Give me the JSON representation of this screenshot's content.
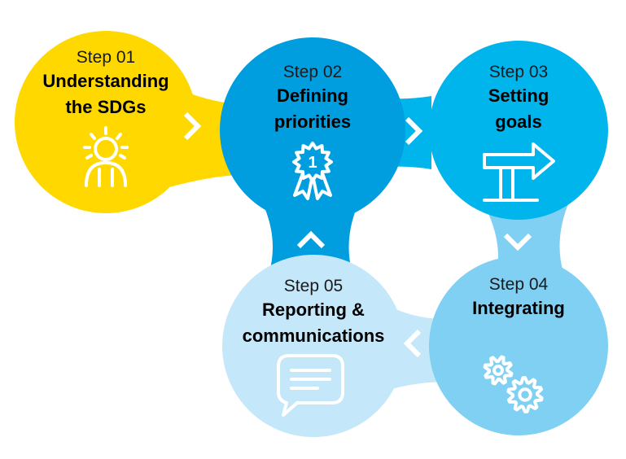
{
  "steps": [
    {
      "number": "Step 01",
      "title": "Understanding\nthe SDGs",
      "color": "#FFD800",
      "icon": "lightbulb-person-icon"
    },
    {
      "number": "Step 02",
      "title": "Defining\npriorities",
      "color": "#009EDF",
      "icon": "award-ribbon-icon"
    },
    {
      "number": "Step 03",
      "title": "Setting\ngoals",
      "color": "#00B4EC",
      "icon": "signpost-arrow-icon"
    },
    {
      "number": "Step 04",
      "title": "Integrating",
      "color": "#7FD0F2",
      "icon": "gears-icon"
    },
    {
      "number": "Step 05",
      "title": "Reporting &\ncommunications",
      "color": "#C5E7FA",
      "icon": "speech-bubble-icon"
    }
  ],
  "badge_text": "1"
}
